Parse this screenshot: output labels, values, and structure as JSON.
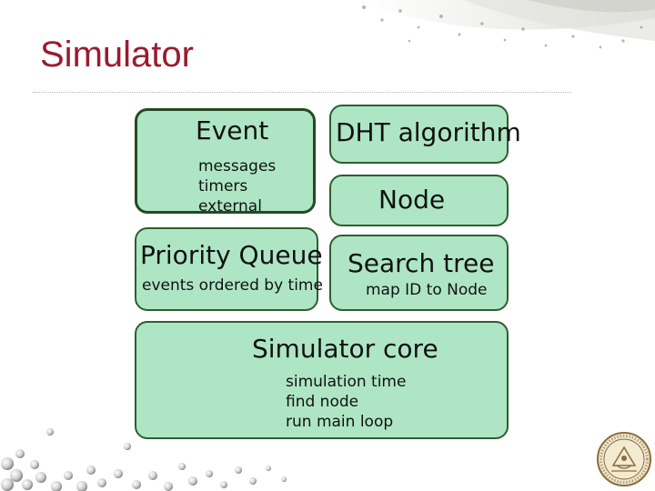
{
  "slide": {
    "title": "Simulator",
    "accent_color": "#9a1b2e",
    "box_fill": "#aee6c5",
    "box_border": "#2f5d2f"
  },
  "diagram": {
    "event": {
      "title": "Event",
      "items": [
        "messages",
        "timers",
        "external"
      ]
    },
    "dht_algorithm": {
      "title": "DHT algorithm"
    },
    "node": {
      "title": "Node"
    },
    "priority_queue": {
      "title": "Priority Queue",
      "items": [
        "events ordered by time"
      ]
    },
    "search_tree": {
      "title": "Search tree",
      "items": [
        "map ID to Node"
      ]
    },
    "simulator_core": {
      "title": "Simulator core",
      "items": [
        "simulation time",
        "find node",
        "run main loop"
      ]
    }
  },
  "decorations": {
    "top_right": "swirl-graphic",
    "bottom_left": "spheres-graphic",
    "bottom_right": "university-seal-icon"
  }
}
